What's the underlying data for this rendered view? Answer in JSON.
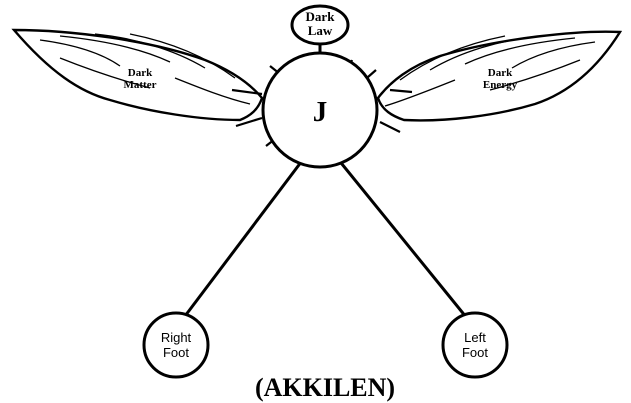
{
  "nodes": {
    "dark_law": [
      "Dark",
      "Law"
    ],
    "dark_matter": [
      "Dark",
      "Matter"
    ],
    "dark_energy": [
      "Dark",
      "Energy"
    ],
    "center": "J",
    "right_foot": [
      "Right",
      "Foot"
    ],
    "left_foot": [
      "Left",
      "Foot"
    ]
  },
  "caption": "(AKKILEN)"
}
